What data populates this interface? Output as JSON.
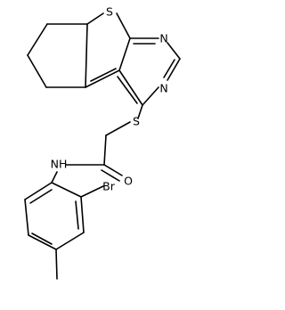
{
  "molecule": {
    "atoms": {
      "S_ring": "S",
      "N_upper": "N",
      "N_lower": "N",
      "S_thio": "S",
      "O": "O",
      "NH": "NH",
      "Br": "Br"
    }
  }
}
